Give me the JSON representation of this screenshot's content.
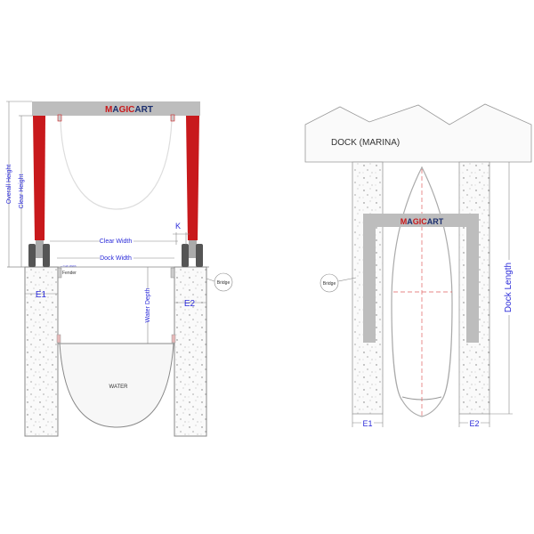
{
  "logo": {
    "text_red_1": "M",
    "text_blue_1": "A",
    "text_red_2": "GIC",
    "text_blue_2": "ART"
  },
  "colors": {
    "leg_red": "#c8191c",
    "beam_gray": "#bdbdbd",
    "dimension_blue": "#2b2bd9",
    "centerline_red": "#e06060",
    "logo_blue": "#1c2f6e"
  },
  "front_view": {
    "overall_height": "Overall Height",
    "clear_height": "Clear Height",
    "clear_width": "Clear Width",
    "k": "K",
    "dock_width": "Dock Width",
    "curb_width": "~ Curb Width",
    "fender": "Fender",
    "bridge": "Bridge",
    "e1": "E1",
    "e2": "E2",
    "water_depth": "Water Depth",
    "water": "WATER"
  },
  "top_view": {
    "dock": "DOCK (MARINA)",
    "bridge": "Bridge",
    "dock_length": "Dock Length",
    "e1": "E1",
    "e2": "E2"
  }
}
